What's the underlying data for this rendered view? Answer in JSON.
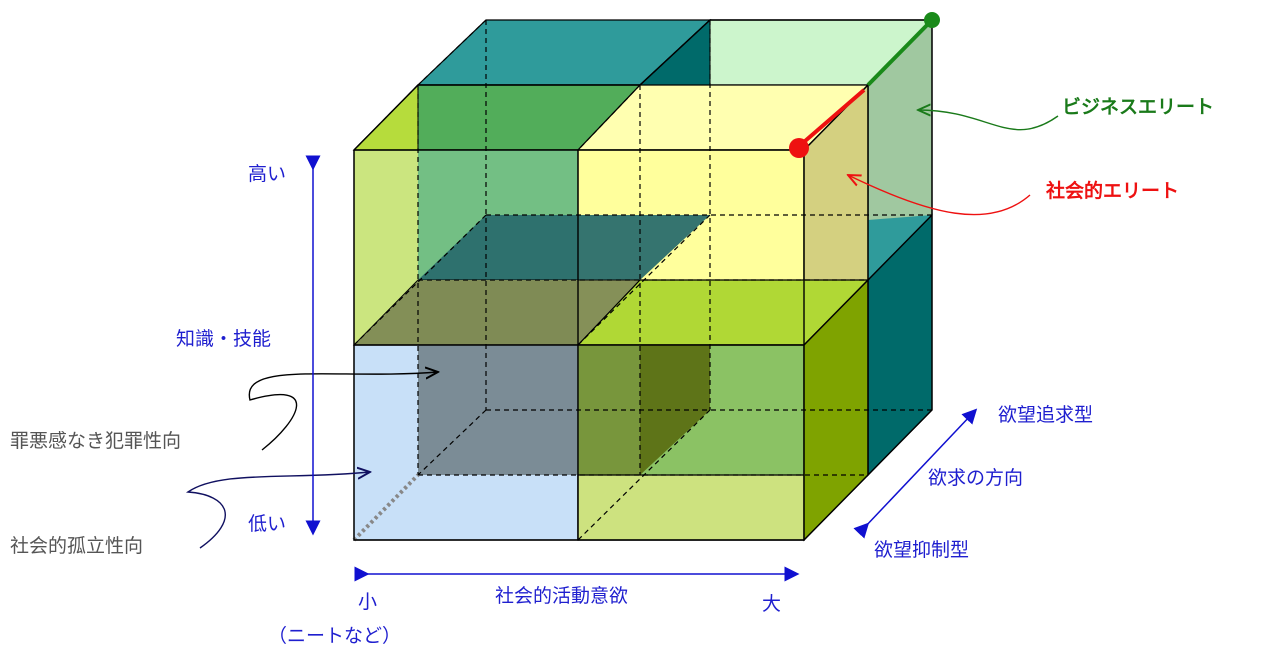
{
  "colors": {
    "axis": "#1010d0",
    "business_elite": "#1a7a1a",
    "social_elite": "#ee1111",
    "label_blue": "#1f1fcf",
    "label_gray": "#555555",
    "back_teal": "#1f8f8f",
    "light_green": "#ccf5cc",
    "lime": "#b8dc40",
    "yellow": "#ffff99",
    "light_blue": "#c8e0f8",
    "olive": "#7fa020",
    "dark_teal": "#006a6a"
  },
  "vertical_axis": {
    "top_label": "高い",
    "middle_label": "知識・技能",
    "bottom_label": "低い"
  },
  "horizontal_axis": {
    "center_label": "社会的活動意欲",
    "left_label": "小",
    "left_sublabel": "（ニートなど）",
    "right_label": "大"
  },
  "depth_axis": {
    "top_label": "欲望追求型",
    "middle_label": "欲求の方向",
    "bottom_label": "欲望抑制型"
  },
  "annotations": {
    "business_elite": "ビジネスエリート",
    "social_elite": "社会的エリート",
    "criminal_tendency": "罪悪感なき犯罪性向",
    "isolation_tendency": "社会的孤立性向"
  }
}
